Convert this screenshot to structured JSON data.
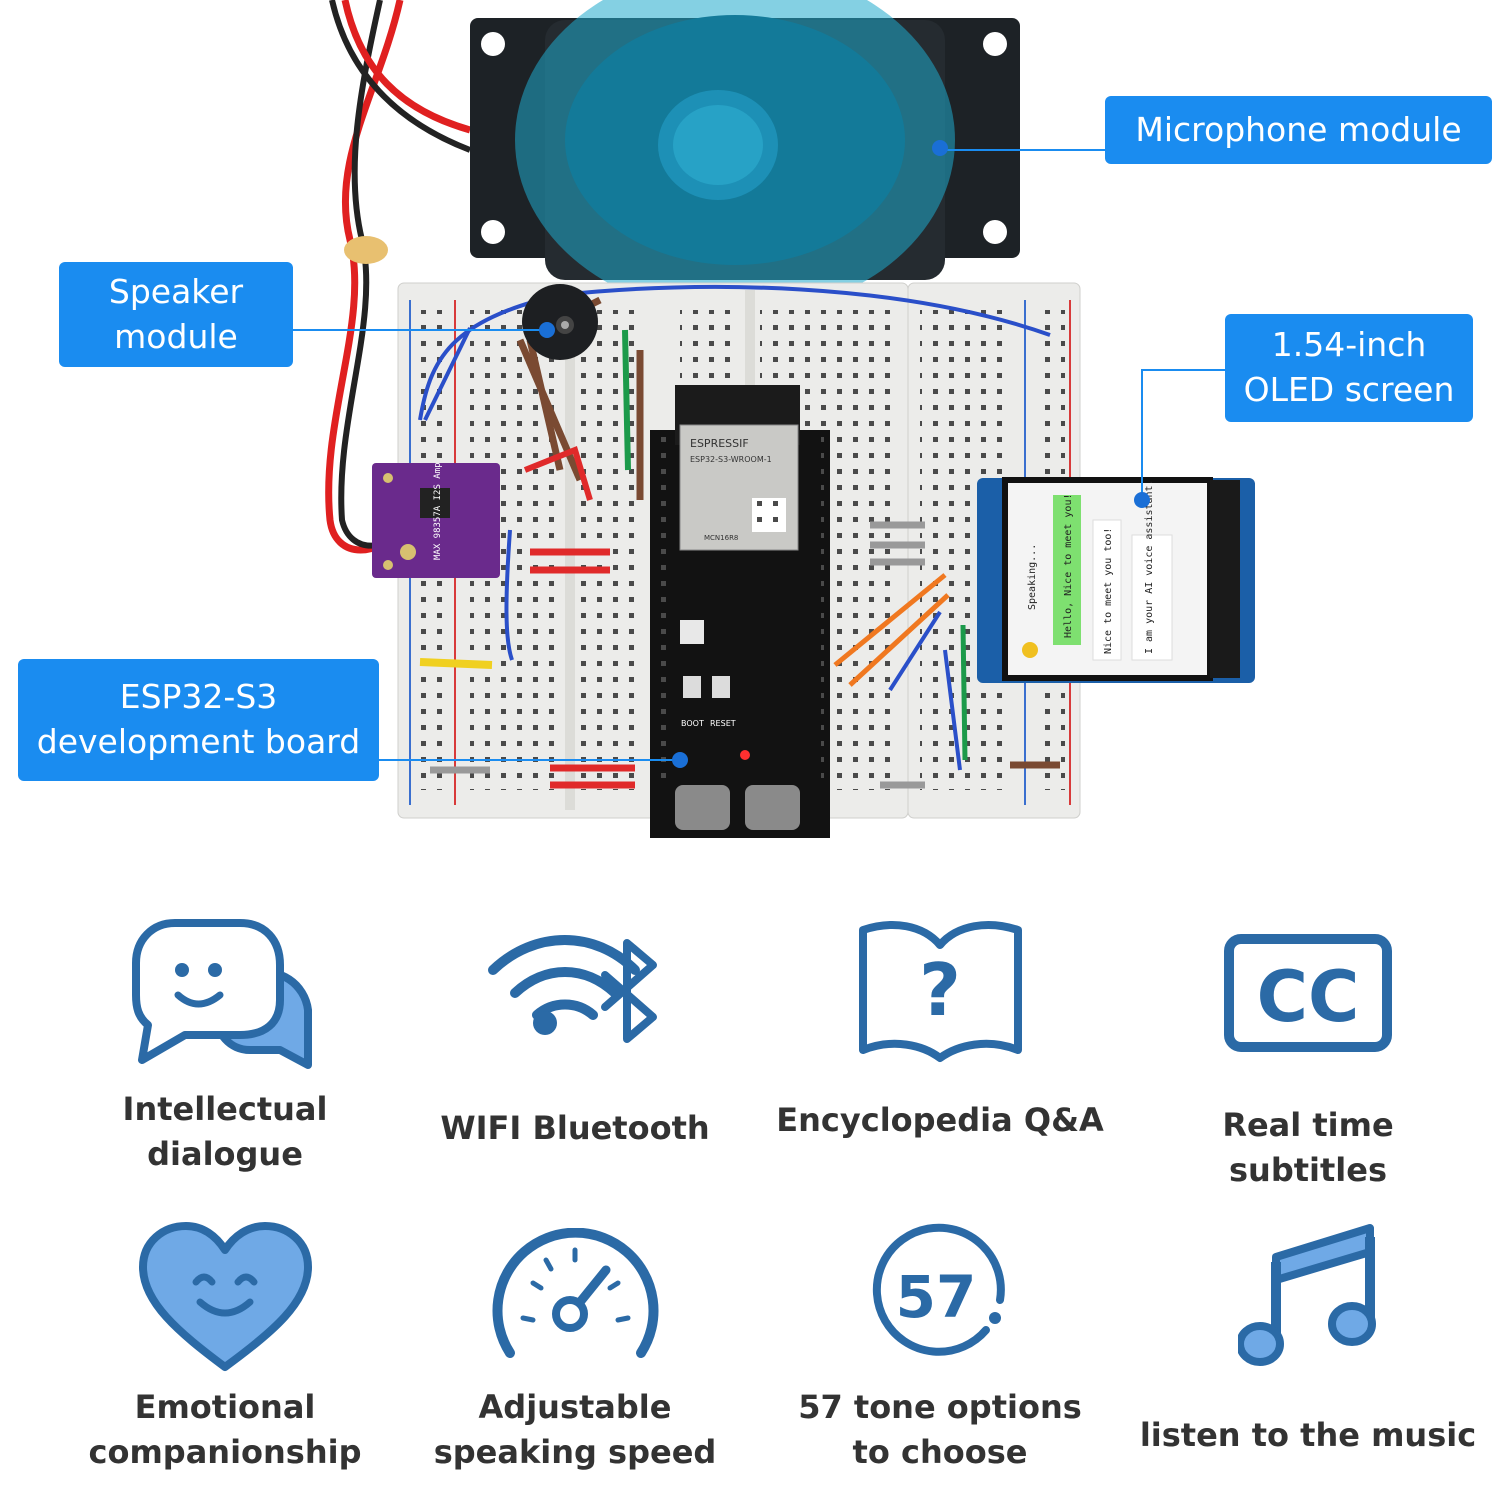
{
  "colors": {
    "callout_bg": "#1a8cf0",
    "icon_stroke": "#2b6aa6",
    "icon_fill": "#6fa9e6",
    "label_text": "#333333",
    "display_green": "#7ee070"
  },
  "callouts": {
    "microphone": "Microphone module",
    "speaker": "Speaker\nmodule",
    "screen": "1.54-inch\nOLED screen",
    "board": "ESP32-S3\ndevelopment board"
  },
  "board_silkscreen": {
    "brand": "ESPRESSIF",
    "module": "ESP32-S3-WROOM-1",
    "chip": "MCN16R8",
    "boot": "BOOT",
    "reset": "RESET",
    "amp": "MAX 98357A I2S Amp"
  },
  "display": {
    "status": "Speaking...",
    "bubble_1": "Hello, Nice to meet you!",
    "bubble_2": "Nice to meet you too!",
    "bubble_3": "I am your AI voice assistant."
  },
  "features": [
    {
      "icon": "chat-smile-icon",
      "label": "Intellectual\ndialogue"
    },
    {
      "icon": "wifi-bluetooth-icon",
      "label": "WIFI Bluetooth"
    },
    {
      "icon": "book-question-icon",
      "label": "Encyclopedia Q&A"
    },
    {
      "icon": "closed-caption-icon",
      "label": "Real time\nsubtitles"
    },
    {
      "icon": "heart-smile-icon",
      "label": "Emotional\ncompanionship"
    },
    {
      "icon": "speedometer-icon",
      "label": "Adjustable\nspeaking speed"
    },
    {
      "icon": "tone-57-icon",
      "label": "57 tone options\nto choose"
    },
    {
      "icon": "music-note-icon",
      "label": "listen to the music"
    }
  ],
  "icon_text": {
    "cc": "CC",
    "tones": "57",
    "question": "?"
  }
}
